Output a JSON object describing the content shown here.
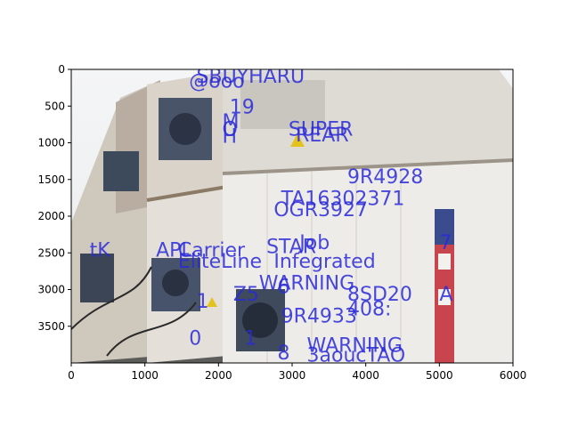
{
  "chart_data": {
    "type": "image",
    "title": "",
    "xlabel": "",
    "ylabel": "",
    "xlim": [
      0,
      6000
    ],
    "ylim": [
      4000,
      0
    ],
    "x_ticks": [
      0,
      1000,
      2000,
      3000,
      4000,
      5000,
      6000
    ],
    "y_ticks": [
      0,
      500,
      1000,
      1500,
      2000,
      2500,
      3000,
      3500
    ],
    "grid": false,
    "image_subject": "stacked refrigerated shipping containers with text-detection overlays",
    "annotation_color": "#2a2ad8",
    "annotations": [
      {
        "text": "SBUYHARU",
        "x": 1700,
        "y": 180
      },
      {
        "text": "@ooo",
        "x": 1600,
        "y": 250
      },
      {
        "text": "19",
        "x": 2150,
        "y": 600
      },
      {
        "text": "M",
        "x": 2050,
        "y": 800
      },
      {
        "text": "O",
        "x": 2050,
        "y": 900
      },
      {
        "text": "H",
        "x": 2050,
        "y": 1000
      },
      {
        "text": "SUPER",
        "x": 2950,
        "y": 900
      },
      {
        "text": "REAR",
        "x": 3050,
        "y": 980
      },
      {
        "text": "9R4928",
        "x": 3750,
        "y": 1550
      },
      {
        "text": "TA16302371",
        "x": 2850,
        "y": 1850
      },
      {
        "text": "OGR3927",
        "x": 2750,
        "y": 2000
      },
      {
        "text": "tK",
        "x": 250,
        "y": 2550
      },
      {
        "text": "APL",
        "x": 1150,
        "y": 2550
      },
      {
        "text": "Carrier",
        "x": 1450,
        "y": 2550
      },
      {
        "text": "STAR",
        "x": 2650,
        "y": 2500
      },
      {
        "text": "Job",
        "x": 3100,
        "y": 2450
      },
      {
        "text": "EliteLine",
        "x": 1450,
        "y": 2700
      },
      {
        "text": "Infegrated",
        "x": 2750,
        "y": 2700
      },
      {
        "text": "7",
        "x": 5000,
        "y": 2450
      },
      {
        "text": "WARNING",
        "x": 2550,
        "y": 3000
      },
      {
        "text": "8SD20",
        "x": 3750,
        "y": 3150
      },
      {
        "text": "A",
        "x": 5000,
        "y": 3150
      },
      {
        "text": "Z5",
        "x": 2200,
        "y": 3150
      },
      {
        "text": "6",
        "x": 2800,
        "y": 3050
      },
      {
        "text": "1",
        "x": 1700,
        "y": 3250
      },
      {
        "text": "408:",
        "x": 3750,
        "y": 3350
      },
      {
        "text": "9R4933",
        "x": 2850,
        "y": 3450
      },
      {
        "text": "0",
        "x": 1600,
        "y": 3750
      },
      {
        "text": "1",
        "x": 2350,
        "y": 3750
      },
      {
        "text": "8",
        "x": 2800,
        "y": 3950
      },
      {
        "text": "WARNING",
        "x": 3200,
        "y": 3850
      },
      {
        "text": "3aoucTAO",
        "x": 3200,
        "y": 3980
      }
    ]
  }
}
